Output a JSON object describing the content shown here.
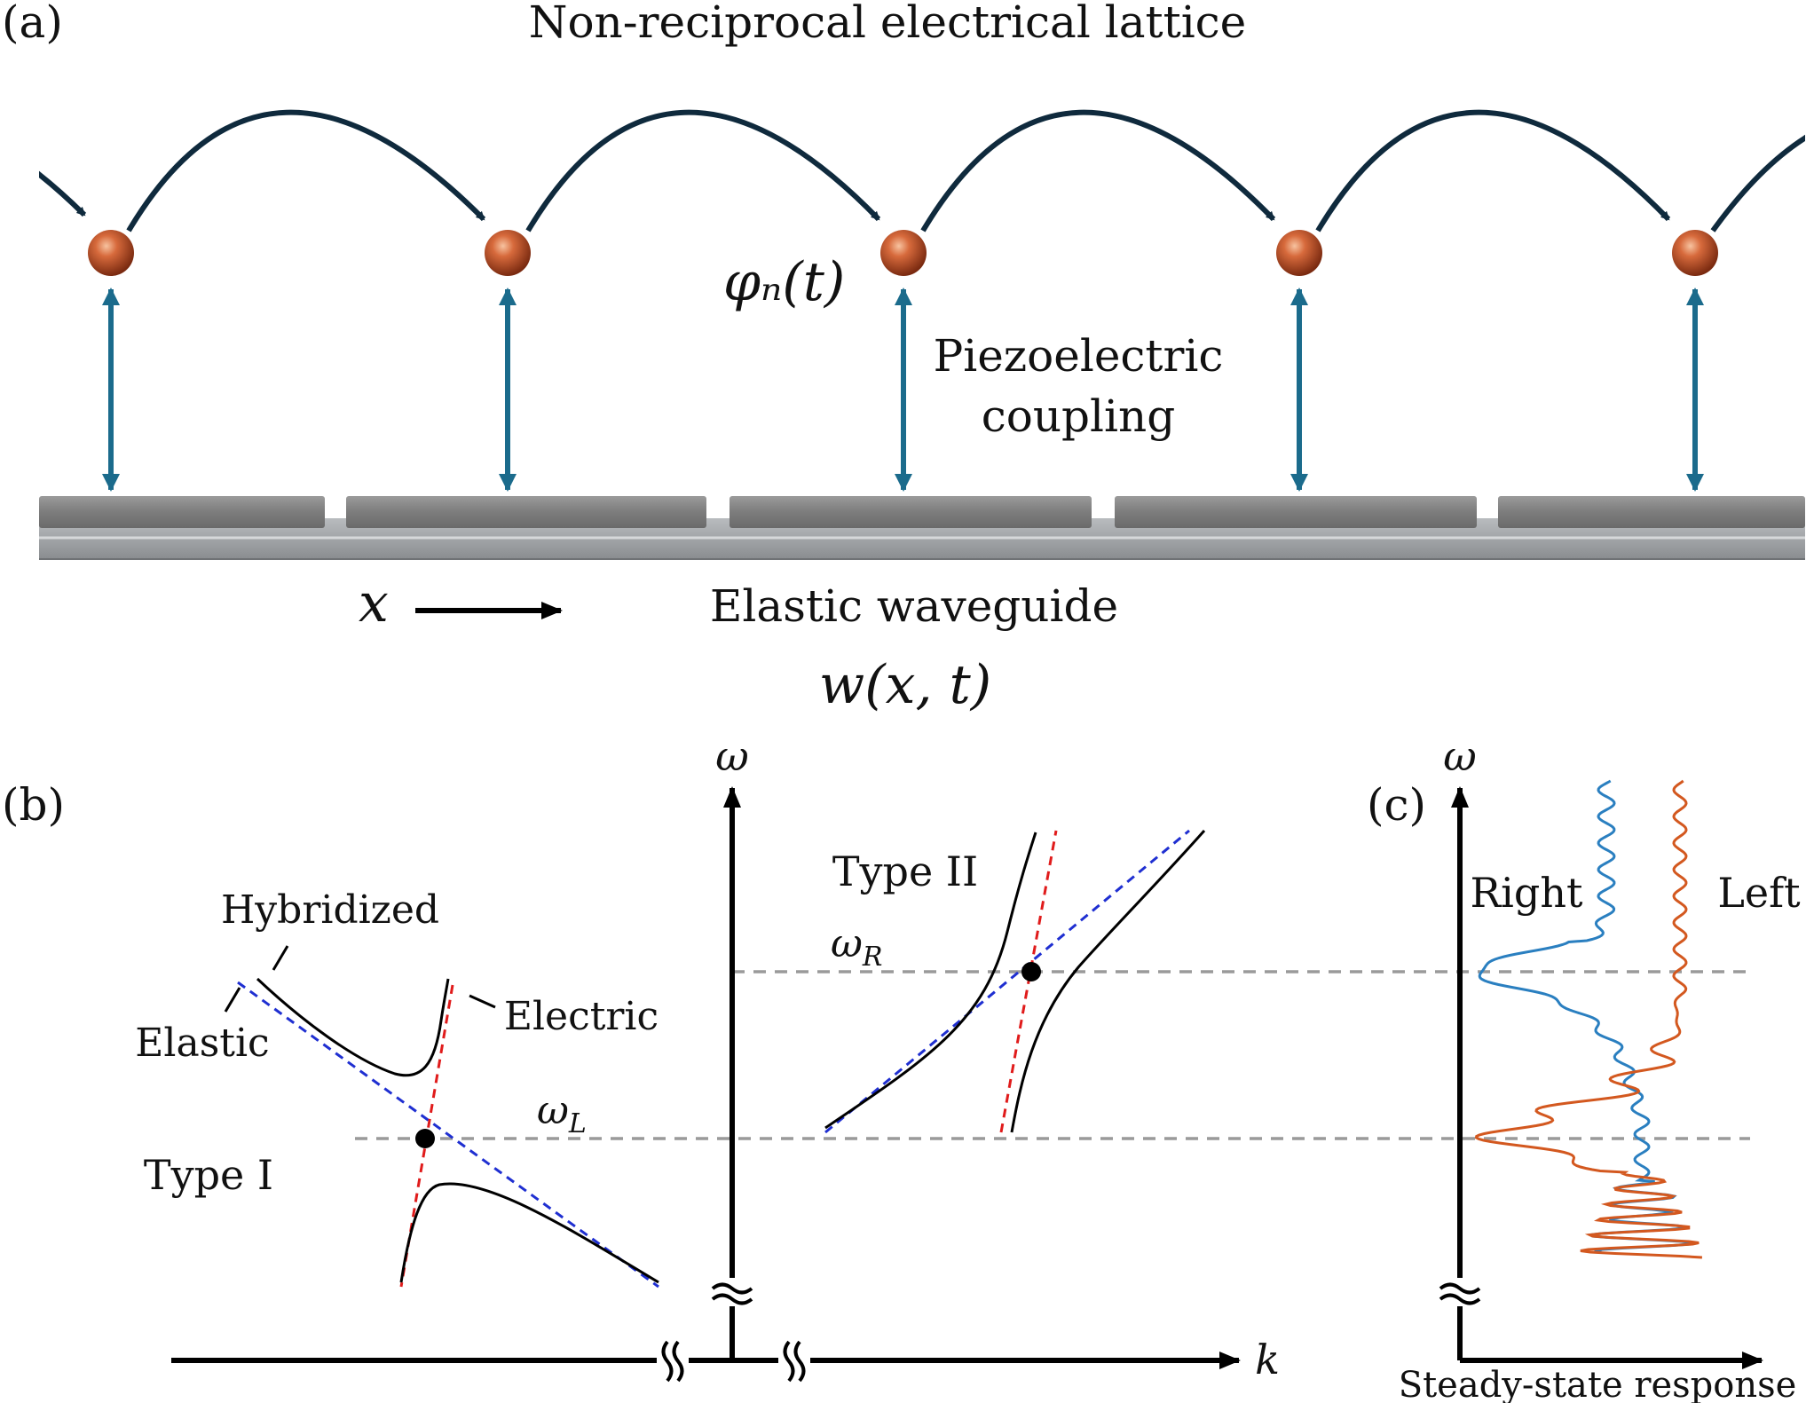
{
  "panel_a": {
    "label": "(a)",
    "title": "Non-reciprocal electrical lattice",
    "potential_label": "φₙ(t)",
    "coupling_label_line1": "Piezoelectric",
    "coupling_label_line2": "coupling",
    "waveguide_label": "Elastic waveguide",
    "displacement_label": "w(x, t)",
    "x_axis_label": "x"
  },
  "panel_b": {
    "label": "(b)",
    "omega_axis_label": "ω",
    "k_axis_label": "k",
    "type_one_label": "Type I",
    "type_two_label": "Type II",
    "hybridized_label": "Hybridized",
    "elastic_label": "Elastic",
    "electric_label": "Electric",
    "omega_L_label": "ω",
    "omega_L_sub": "L",
    "omega_R_label": "ω",
    "omega_R_sub": "R"
  },
  "panel_c": {
    "label": "(c)",
    "omega_axis_label": "ω",
    "right_label": "Right",
    "left_label": "Left",
    "x_axis_label": "Steady-state response"
  },
  "colors": {
    "arc": "#0f2a3d",
    "coupling_arrow": "#1b6b8c",
    "node": "#c2502a",
    "waveguide": "#8a8a8a",
    "elastic_dashed": "#1f2fd1",
    "electric_dashed": "#e01b1b",
    "hybrid_curve": "#000000",
    "reference_dashed": "#9a9a9a",
    "right_response": "#2a7fc0",
    "left_response": "#d3581f"
  }
}
